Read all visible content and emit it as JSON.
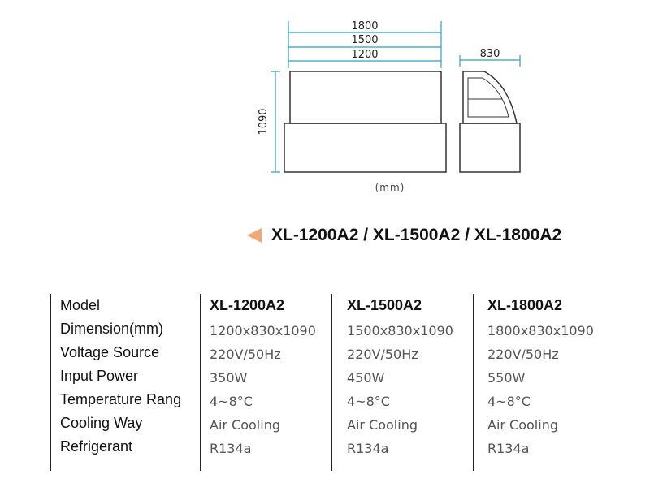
{
  "drawing": {
    "width_dims": [
      "1800",
      "1500",
      "1200"
    ],
    "depth_dim": "830",
    "height_dim": "1090",
    "unit": "(mm)"
  },
  "title": "XL-1200A2 / XL-1500A2 / XL-1800A2",
  "table": {
    "headers": [
      "Model",
      "XL-1200A2",
      "XL-1500A2",
      "XL-1800A2"
    ],
    "rows": [
      {
        "label": "Dimension(mm)",
        "values": [
          "1200x830x1090",
          "1500x830x1090",
          "1800x830x1090"
        ]
      },
      {
        "label": "Voltage Source",
        "values": [
          "220V/50Hz",
          "220V/50Hz",
          "220V/50Hz"
        ]
      },
      {
        "label": "Input Power",
        "values": [
          "350W",
          "450W",
          "550W"
        ]
      },
      {
        "label": "Temperature Rang",
        "values": [
          "4~8°C",
          "4~8°C",
          "4~8°C"
        ]
      },
      {
        "label": "Cooling Way",
        "values": [
          "Air Cooling",
          "Air Cooling",
          "Air Cooling"
        ]
      },
      {
        "label": "Refrigerant",
        "values": [
          "R134a",
          "R134a",
          "R134a"
        ]
      }
    ]
  },
  "colors": {
    "dimension_line": "#2aa0c8",
    "arrow": "#f0a878"
  }
}
